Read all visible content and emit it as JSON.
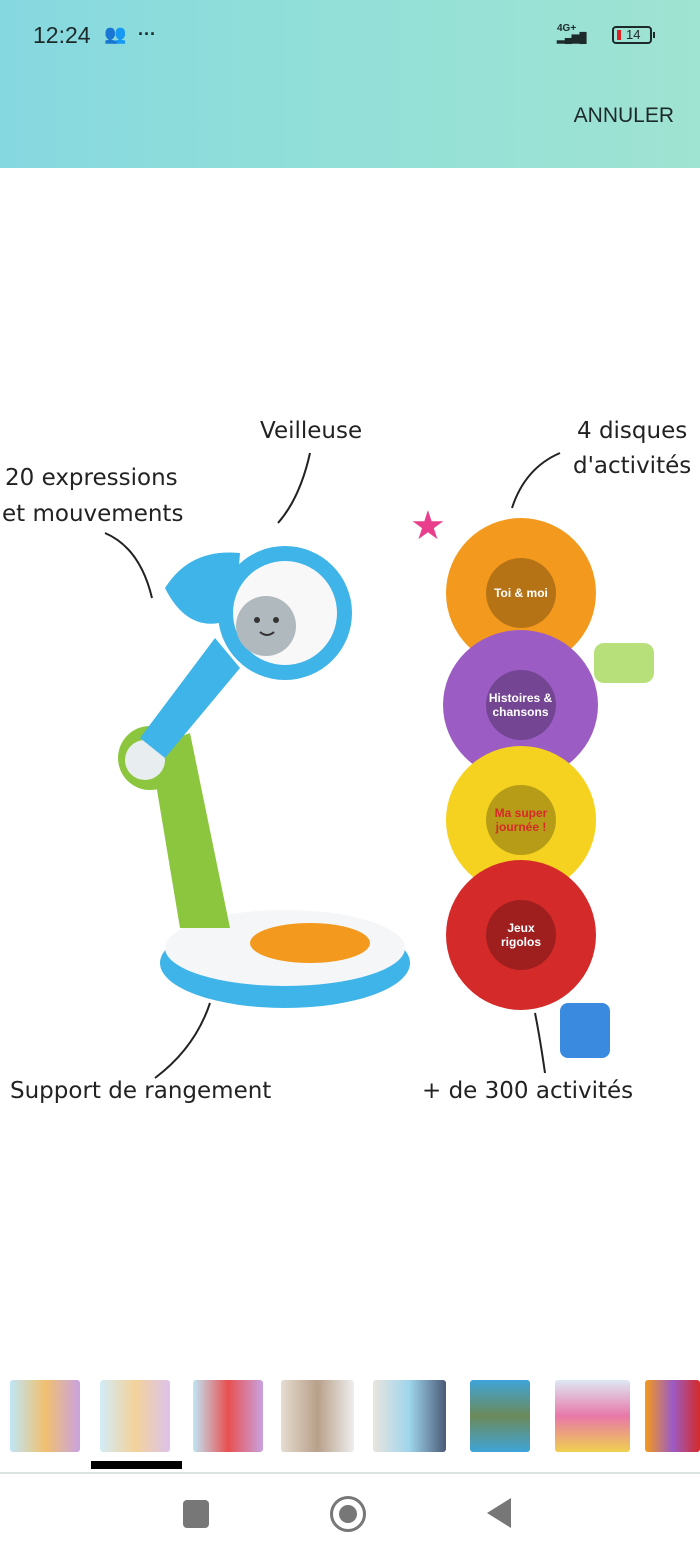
{
  "status_bar": {
    "time": "12:24",
    "more": "···",
    "network": "4G+",
    "battery": "14"
  },
  "header": {
    "cancel_label": "ANNULER"
  },
  "image": {
    "labels": {
      "nightlight": "Veilleuse",
      "expressions_line1": "20 expressions",
      "expressions_line2": "et mouvements",
      "disks_line1": "4 disques",
      "disks_line2": "d'activités",
      "storage": "Support de rangement",
      "activities": "+ de 300 activités"
    },
    "disks": [
      {
        "label": "Toi & moi",
        "color": "#f39a1e"
      },
      {
        "label": "Histoires & chansons",
        "color": "#9b5cc4"
      },
      {
        "label": "Ma super journée !",
        "color": "#f5d21f"
      },
      {
        "label": "Jeux rigolos",
        "color": "#d42a2a"
      }
    ]
  },
  "thumbnails": {
    "count": 8,
    "selected_index": 1
  },
  "colors": {
    "header_start": "#86d8e0",
    "header_end": "#9fe3d2",
    "lamp_blue": "#3fb4e8",
    "lamp_green": "#8cc63f"
  }
}
